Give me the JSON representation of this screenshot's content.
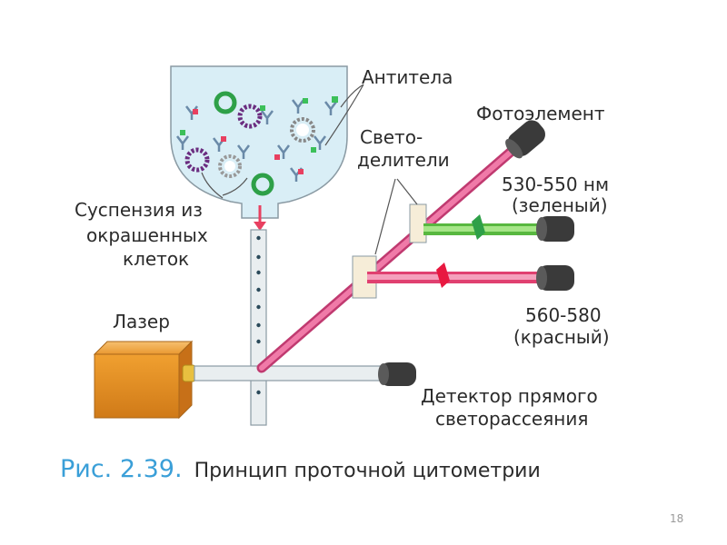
{
  "labels": {
    "antibodies": "Антитела",
    "photoelement": "Фотоэлемент",
    "beam_splitters_line1": "Свето-",
    "beam_splitters_line2": "делители",
    "green_range": "530-550 нм",
    "green_name": "(зеленый)",
    "suspension_line1": "Суспензия из",
    "suspension_line2": "окрашенных",
    "suspension_line3": "клеток",
    "laser": "Лазер",
    "red_range": "560-580",
    "red_name": "(красный)",
    "detector_line1": "Детектор прямого",
    "detector_line2": "светорассеяния"
  },
  "caption": {
    "number": "Рис. 2.39.",
    "text": "Принцип проточной цитометрии"
  },
  "page_number": "18",
  "colors": {
    "container_fill": "#d9eef6",
    "container_stroke": "#8a9aa3",
    "laser_body": "#f0a030",
    "beam_white": "#e9eef0",
    "beam_pink": "#e0508a",
    "beam_green": "#6cc84c",
    "beam_red": "#e8557a",
    "detector": "#3a3a3a",
    "caption_accent": "#3a9fd8"
  },
  "icons": [
    "laser-icon",
    "detector-icon",
    "cell-icon",
    "antibody-icon",
    "filter-icon",
    "beam-splitter-icon",
    "arrow-down-icon"
  ]
}
